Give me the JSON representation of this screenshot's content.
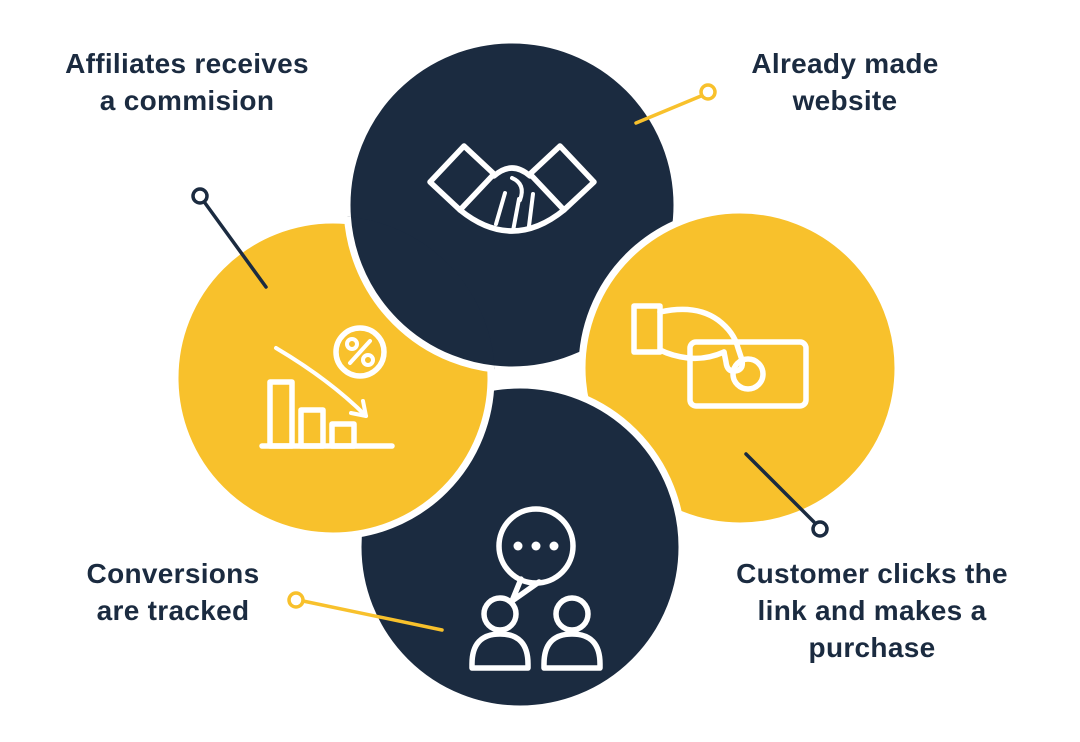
{
  "colors": {
    "navy": "#1b2b40",
    "yellow": "#f8c12c",
    "white": "#ffffff",
    "icon": "#ffffff"
  },
  "labels": {
    "affiliates_commission": "Affiliates receives\na commision",
    "already_made_website": "Already made\nwebsite",
    "conversions_tracked": "Conversions\nare tracked",
    "customer_purchase": "Customer clicks the\nlink and makes a\npurchase"
  },
  "icons": {
    "top_circle": "handshake-icon",
    "right_circle": "hand-giving-money-icon",
    "left_circle": "declining-chart-percent-icon",
    "bottom_circle": "conversation-people-icon"
  }
}
